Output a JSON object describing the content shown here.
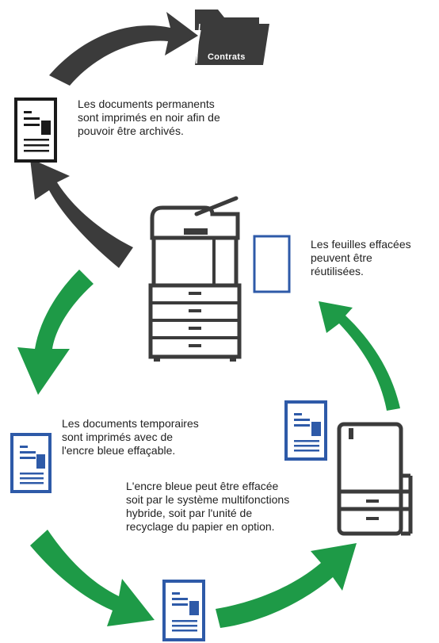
{
  "colors": {
    "dark_arrow": "#3b3b3b",
    "green_arrow": "#1e9a47",
    "blue_ink": "#2e5aa8",
    "black_ink": "#1a1a1a",
    "paper": "#ffffff"
  },
  "icons": {
    "folder": "folder-icon",
    "printer": "multifunction-printer-icon",
    "recycler": "paper-recycling-unit-icon",
    "document_black": "black-document-icon",
    "document_blue": "blue-document-icon",
    "blank_sheet": "blank-sheet-icon"
  },
  "folder": {
    "label": "Contrats"
  },
  "texts": {
    "permanent": [
      "Les documents permanents",
      "sont imprimés en noir afin de",
      "pouvoir être archivés."
    ],
    "reusable": [
      "Les feuilles effacées",
      "peuvent être",
      "réutilisées."
    ],
    "temporary": [
      "Les documents temporaires",
      "sont imprimés avec de",
      "l'encre bleue effaçable."
    ],
    "erasable": [
      "L'encre bleue peut être effacée",
      "soit par le système multifonctions",
      "hybride, soit par l'unité de",
      "recyclage du papier en option."
    ]
  }
}
